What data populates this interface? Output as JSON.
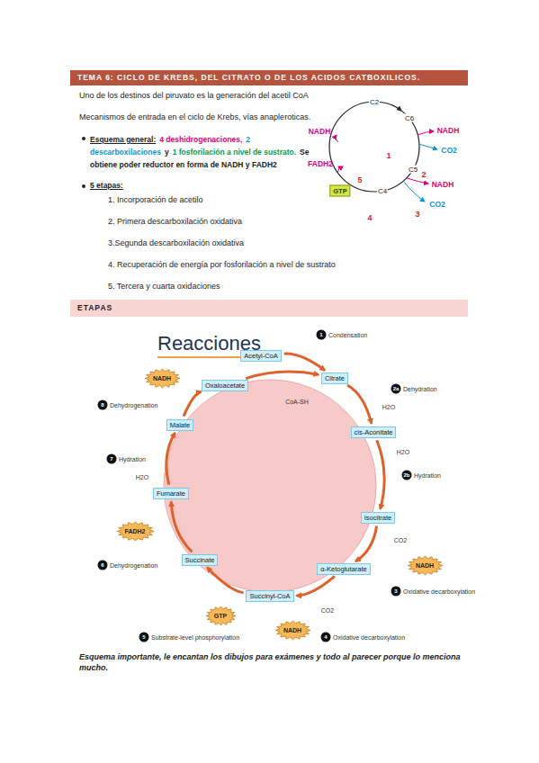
{
  "diagram": {
    "title": "TEMA 6: CICLO DE KREBS, DEL CITRATO O DE LOS ACIDOS CATBOXILICOS.",
    "caption": "Esquema importante, le encantan los dibujos para exámenes y todo al parecer porque lo menciona mucho.",
    "nodes": [
      {
        "text": [
          "ETAPAS"
        ]
      },
      {
        "text": [
          "Acetyl-CoA"
        ]
      },
      {
        "text": [
          "Citrate"
        ]
      },
      {
        "text": [
          "cis-Aconitate"
        ]
      },
      {
        "text": [
          "Isocitrate"
        ]
      },
      {
        "text": [
          "α-Ketoglutarate"
        ]
      },
      {
        "text": [
          "Succinyl-CoA"
        ]
      },
      {
        "text": [
          "Succinate"
        ]
      },
      {
        "text": [
          "Fumarate"
        ]
      },
      {
        "text": [
          "Malate"
        ]
      },
      {
        "text": [
          "Oxaloacetate"
        ]
      },
      {
        "text": [
          "NADH"
        ]
      },
      {
        "text": [
          "FADH2"
        ]
      },
      {
        "text": [
          "GTP"
        ]
      },
      {
        "text": [
          "NADH"
        ]
      },
      {
        "text": [
          "NADH"
        ]
      }
    ],
    "edges": [
      {
        "from": 10,
        "to": 2,
        "arrow": "to"
      },
      {
        "from": 1,
        "to": 2,
        "arrow": "to"
      },
      {
        "from": 2,
        "to": 3,
        "arrow": "to"
      },
      {
        "from": 3,
        "to": 4,
        "arrow": "to"
      },
      {
        "from": 4,
        "to": 5,
        "arrow": "to"
      },
      {
        "from": 5,
        "to": 6,
        "arrow": "to"
      },
      {
        "from": 6,
        "to": 7,
        "arrow": "to"
      },
      {
        "from": 7,
        "to": 8,
        "arrow": "to"
      },
      {
        "from": 8,
        "to": 9,
        "arrow": "to"
      },
      {
        "from": 9,
        "to": 10,
        "arrow": "to"
      }
    ],
    "labels": [
      "Uno de los destinos del piruvato es la generación del acetil CoA",
      "Mecanismos de entrada en el ciclo de Krebs, vías anapleroticas.",
      "Esquema general:",
      "4 deshidrogenaciones,",
      "2 descarboxilaciones",
      "y",
      "1 fosforilación a nivel de sustrato.",
      "Se obtiene poder reductor en forma de NADH y FADH2",
      "5 etapas:",
      "1. Incorporación de acetilo",
      "2. Primera descarboxilación oxidativa",
      "3.Segunda descarboxilación oxidativa",
      "4. Recuperación de energía por fosforilación a nivel de sustrato",
      "5. Tercera y cuarta oxidaciones",
      "C2",
      "C6",
      "C5",
      "C4",
      "NADH",
      "NADH",
      "CO2",
      "NADH",
      "CO2",
      "FADH2",
      "GTP",
      "1",
      "2",
      "3",
      "4",
      "5",
      "Reacciones",
      "1",
      "Condensation",
      "2a",
      "Dehydration",
      "H2O",
      "2b",
      "Hydration",
      "H2O",
      "3",
      "Oxidative decarboxylation",
      "CO2",
      "4",
      "Oxidative decarboxylation",
      "CO2",
      "5",
      "Substrate-level phosphorylation",
      "6",
      "Dehydrogenation",
      "7",
      "Hydration",
      "H2O",
      "8",
      "Dehydrogenation",
      "CoA-SH"
    ]
  }
}
